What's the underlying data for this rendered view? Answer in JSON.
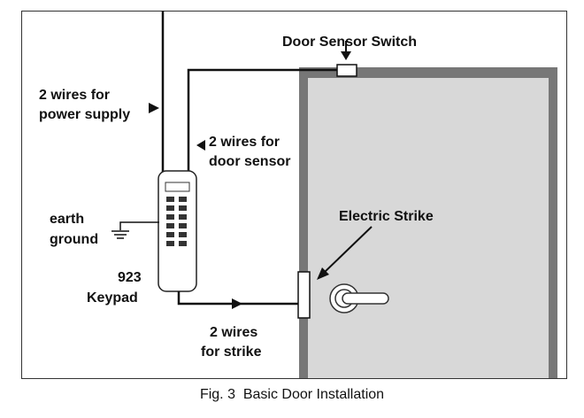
{
  "labels": {
    "door_sensor_switch": "Door Sensor Switch",
    "power_line1": "2 wires for",
    "power_line2": "power supply",
    "sensor_line1": "2 wires for",
    "sensor_line2": "door sensor",
    "earth_line1": "earth",
    "earth_line2": "ground",
    "keypad_line1": "923",
    "keypad_line2": "Keypad",
    "electric_strike": "Electric Strike",
    "strike_line1": "2 wires",
    "strike_line2": "for strike"
  },
  "caption": "Fig. 3  Basic Door Installation",
  "colors": {
    "door_frame": "#777777",
    "door_panel": "#d8d8d8",
    "wire": "#111111"
  }
}
